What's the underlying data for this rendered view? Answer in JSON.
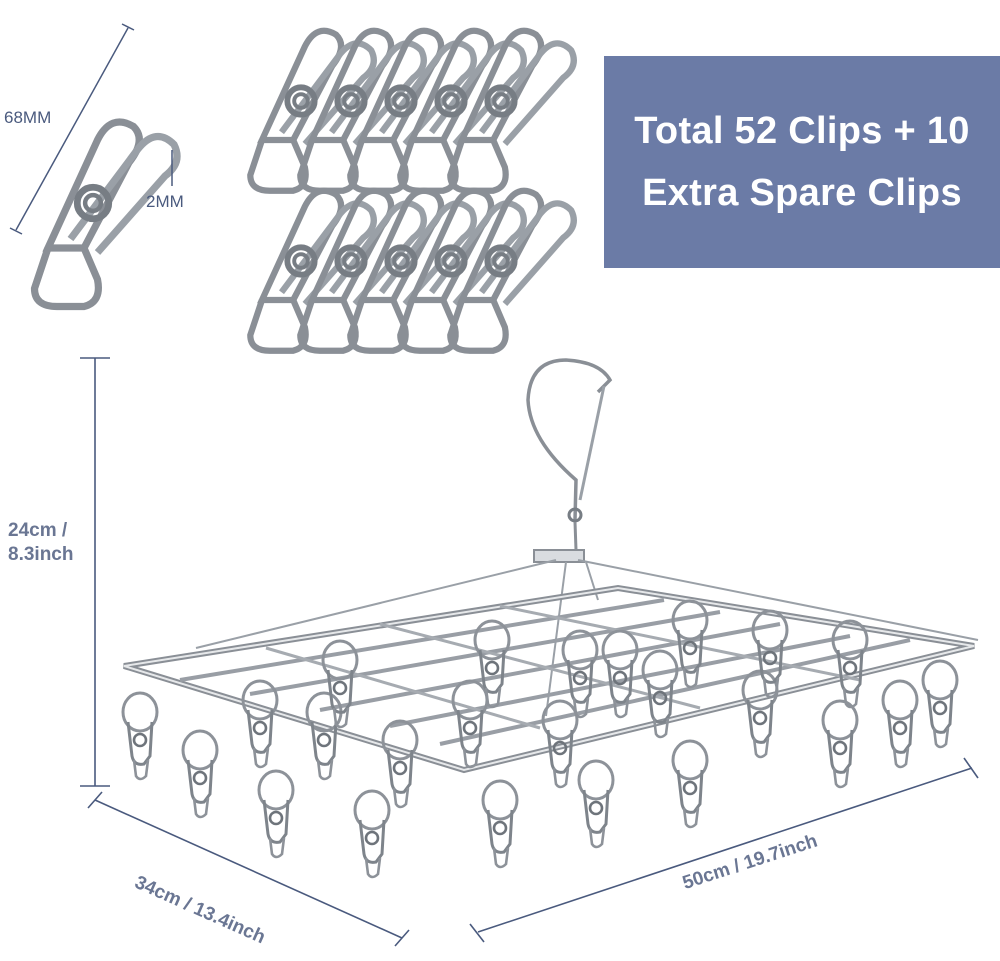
{
  "banner": {
    "line1": "Total 52 Clips + 10",
    "line2": "Extra Spare Clips",
    "background": "#6b7ba6",
    "text_color": "#ffffff"
  },
  "clip_spec": {
    "length_label": "68MM",
    "wire_label": "2MM"
  },
  "dimensions": {
    "height_line1": "24cm /",
    "height_line2": "8.3inch",
    "depth": "34cm / 13.4inch",
    "width": "50cm / 19.7inch"
  },
  "accent_color": "#6a7693",
  "steel_color": "#8a8f96",
  "spare_clip_count": 10,
  "rack_clip_count": 52
}
